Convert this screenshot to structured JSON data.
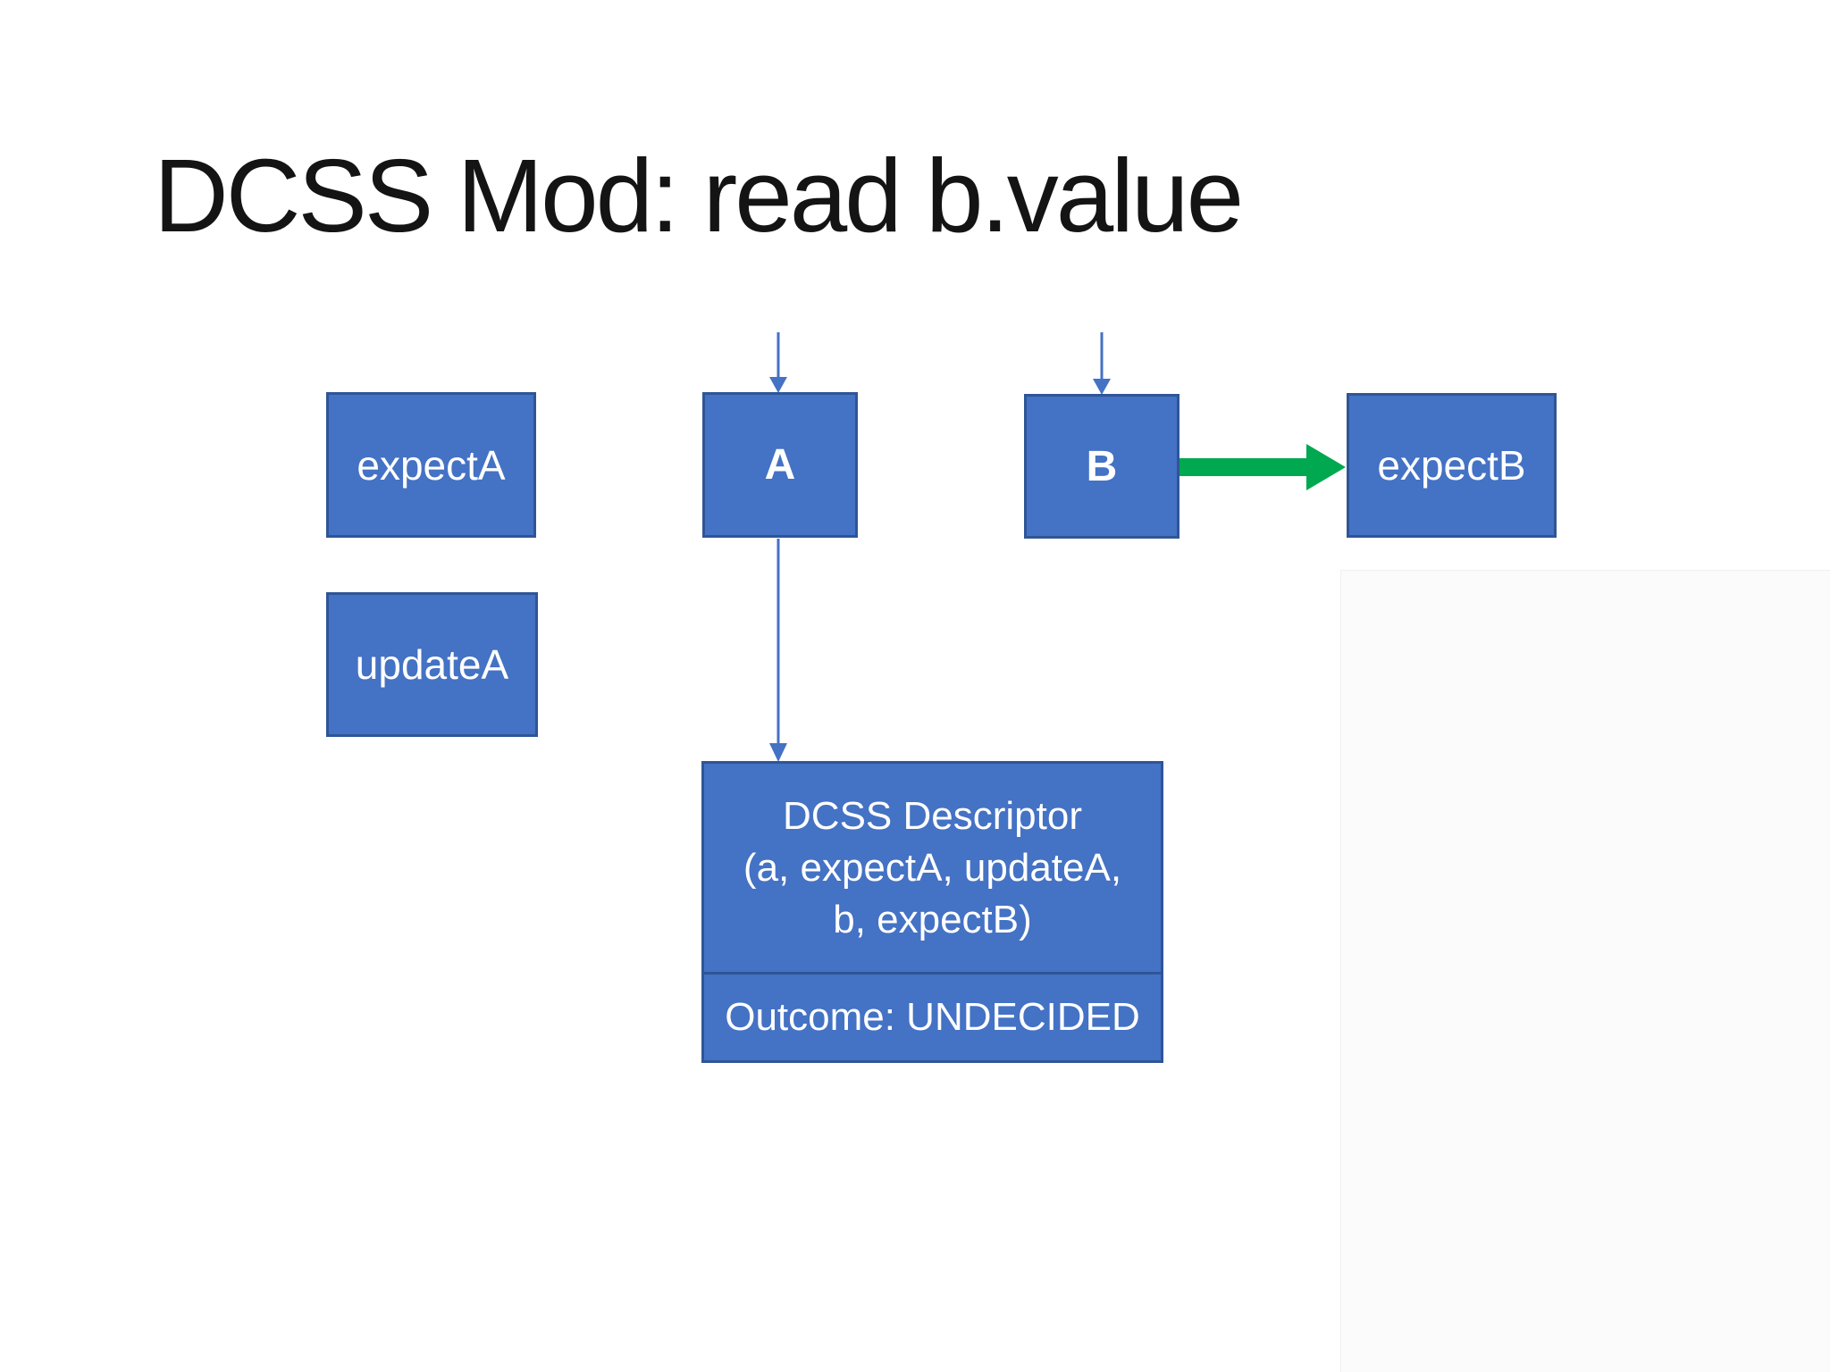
{
  "slide": {
    "title": "DCSS Mod: read b.value",
    "colors": {
      "background": "#ffffff",
      "box_fill": "#4472C4",
      "box_border": "#2F5597",
      "box_text": "#ffffff",
      "title_text": "#141414",
      "arrow_blue": "#4472C4",
      "arrow_green": "#00A84F",
      "right_band": "#fbfbfb"
    },
    "boxes": [
      {
        "id": "expectA",
        "label": "expectA"
      },
      {
        "id": "updateA",
        "label": "updateA"
      },
      {
        "id": "A",
        "label": "A"
      },
      {
        "id": "B",
        "label": "B"
      },
      {
        "id": "expectB",
        "label": "expectB"
      }
    ],
    "descriptor": {
      "line1": "DCSS Descriptor",
      "line2": "(a, expectA, updateA,",
      "line3": "b, expectB)",
      "outcome": "Outcome: UNDECIDED"
    },
    "arrows": [
      {
        "id": "down-to-A",
        "type": "thin-blue",
        "from": "above",
        "to": "A"
      },
      {
        "id": "down-to-B",
        "type": "thin-blue",
        "from": "above",
        "to": "B"
      },
      {
        "id": "A-to-descriptor",
        "type": "thin-blue",
        "from": "A",
        "to": "DCSS Descriptor"
      },
      {
        "id": "B-to-expectB",
        "type": "thick-green",
        "from": "B",
        "to": "expectB"
      }
    ]
  }
}
